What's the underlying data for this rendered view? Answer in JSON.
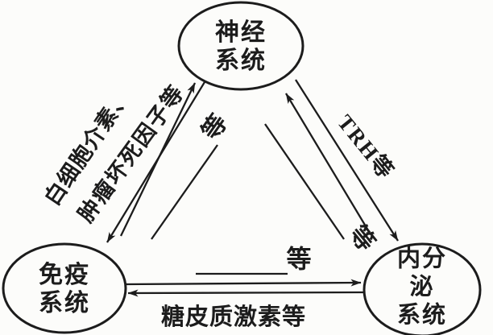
{
  "nodes": {
    "nervous": {
      "line1": "神经",
      "line2": "系统"
    },
    "immune": {
      "line1": "免疫",
      "line2": "系统"
    },
    "endocrine": {
      "line1": "内分泌",
      "line2": "系统"
    }
  },
  "edges": {
    "immune_to_nervous": {
      "label_line1": "白细胞介素、",
      "label_line2": "肿瘤坏死因子等"
    },
    "nervous_to_immune": {
      "blank_label": "等"
    },
    "nervous_to_endocrine": {
      "label": "TRH等"
    },
    "endocrine_to_nervous": {
      "blank_label": "等"
    },
    "immune_to_endocrine": {
      "blank_label": "等"
    },
    "endocrine_to_immune": {
      "label": "糖皮质激素等"
    }
  },
  "colors": {
    "ink": "#1c1c1c",
    "background": "#fcfcfa"
  }
}
